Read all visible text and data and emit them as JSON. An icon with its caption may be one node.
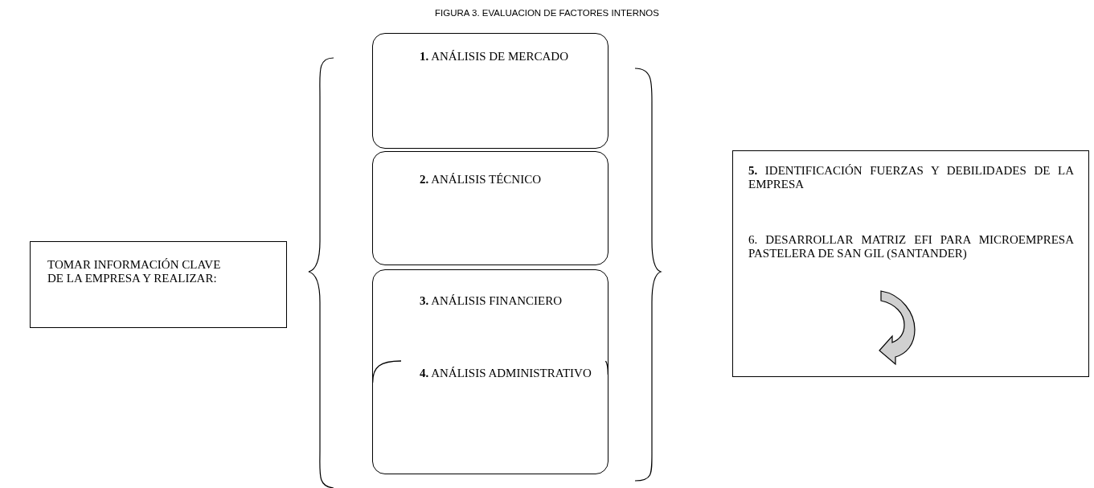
{
  "diagram": {
    "title": "FIGURA 3. EVALUACION DE FACTORES INTERNOS",
    "nodes": [
      {
        "text": [
          "TOMAR INFORMACIÓN CLAVE DE LA EMPRESA Y REALIZAR:"
        ]
      },
      {
        "text": [
          "**1.** ANÁLISIS DE MERCADO"
        ]
      },
      {
        "text": [
          "**2.** ANÁLISIS TÉCNICO"
        ]
      },
      {
        "text": [
          "**3.** ANÁLISIS FINANCIERO"
        ]
      },
      {
        "text": [
          "**4.** ANÁLISIS ADMINISTRATIVO"
        ],
        "in": 3
      },
      {
        "text": [
          "**5.** IDENTIFICACIÓN FUERZAS Y DEBILIDADES DE LA EMPRESA",
          "6. DESARROLLAR MATRIZ EFI PARA MICROEMPRESA PASTELERA DE SAN GIL (SANTANDER)"
        ]
      }
    ],
    "edges": []
  }
}
